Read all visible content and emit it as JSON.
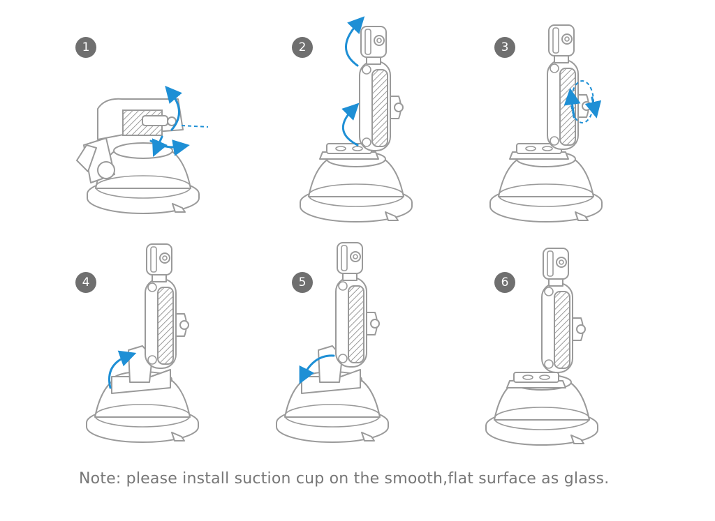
{
  "steps": [
    {
      "number": "1"
    },
    {
      "number": "2"
    },
    {
      "number": "3"
    },
    {
      "number": "4"
    },
    {
      "number": "5"
    },
    {
      "number": "6"
    }
  ],
  "note": "Note: please install suction cup on the smooth,flat surface as glass.",
  "colors": {
    "accent": "#1e8fd5",
    "outline": "#9a9a9a",
    "badge": "#6f6f6f",
    "note_text": "#777777"
  }
}
